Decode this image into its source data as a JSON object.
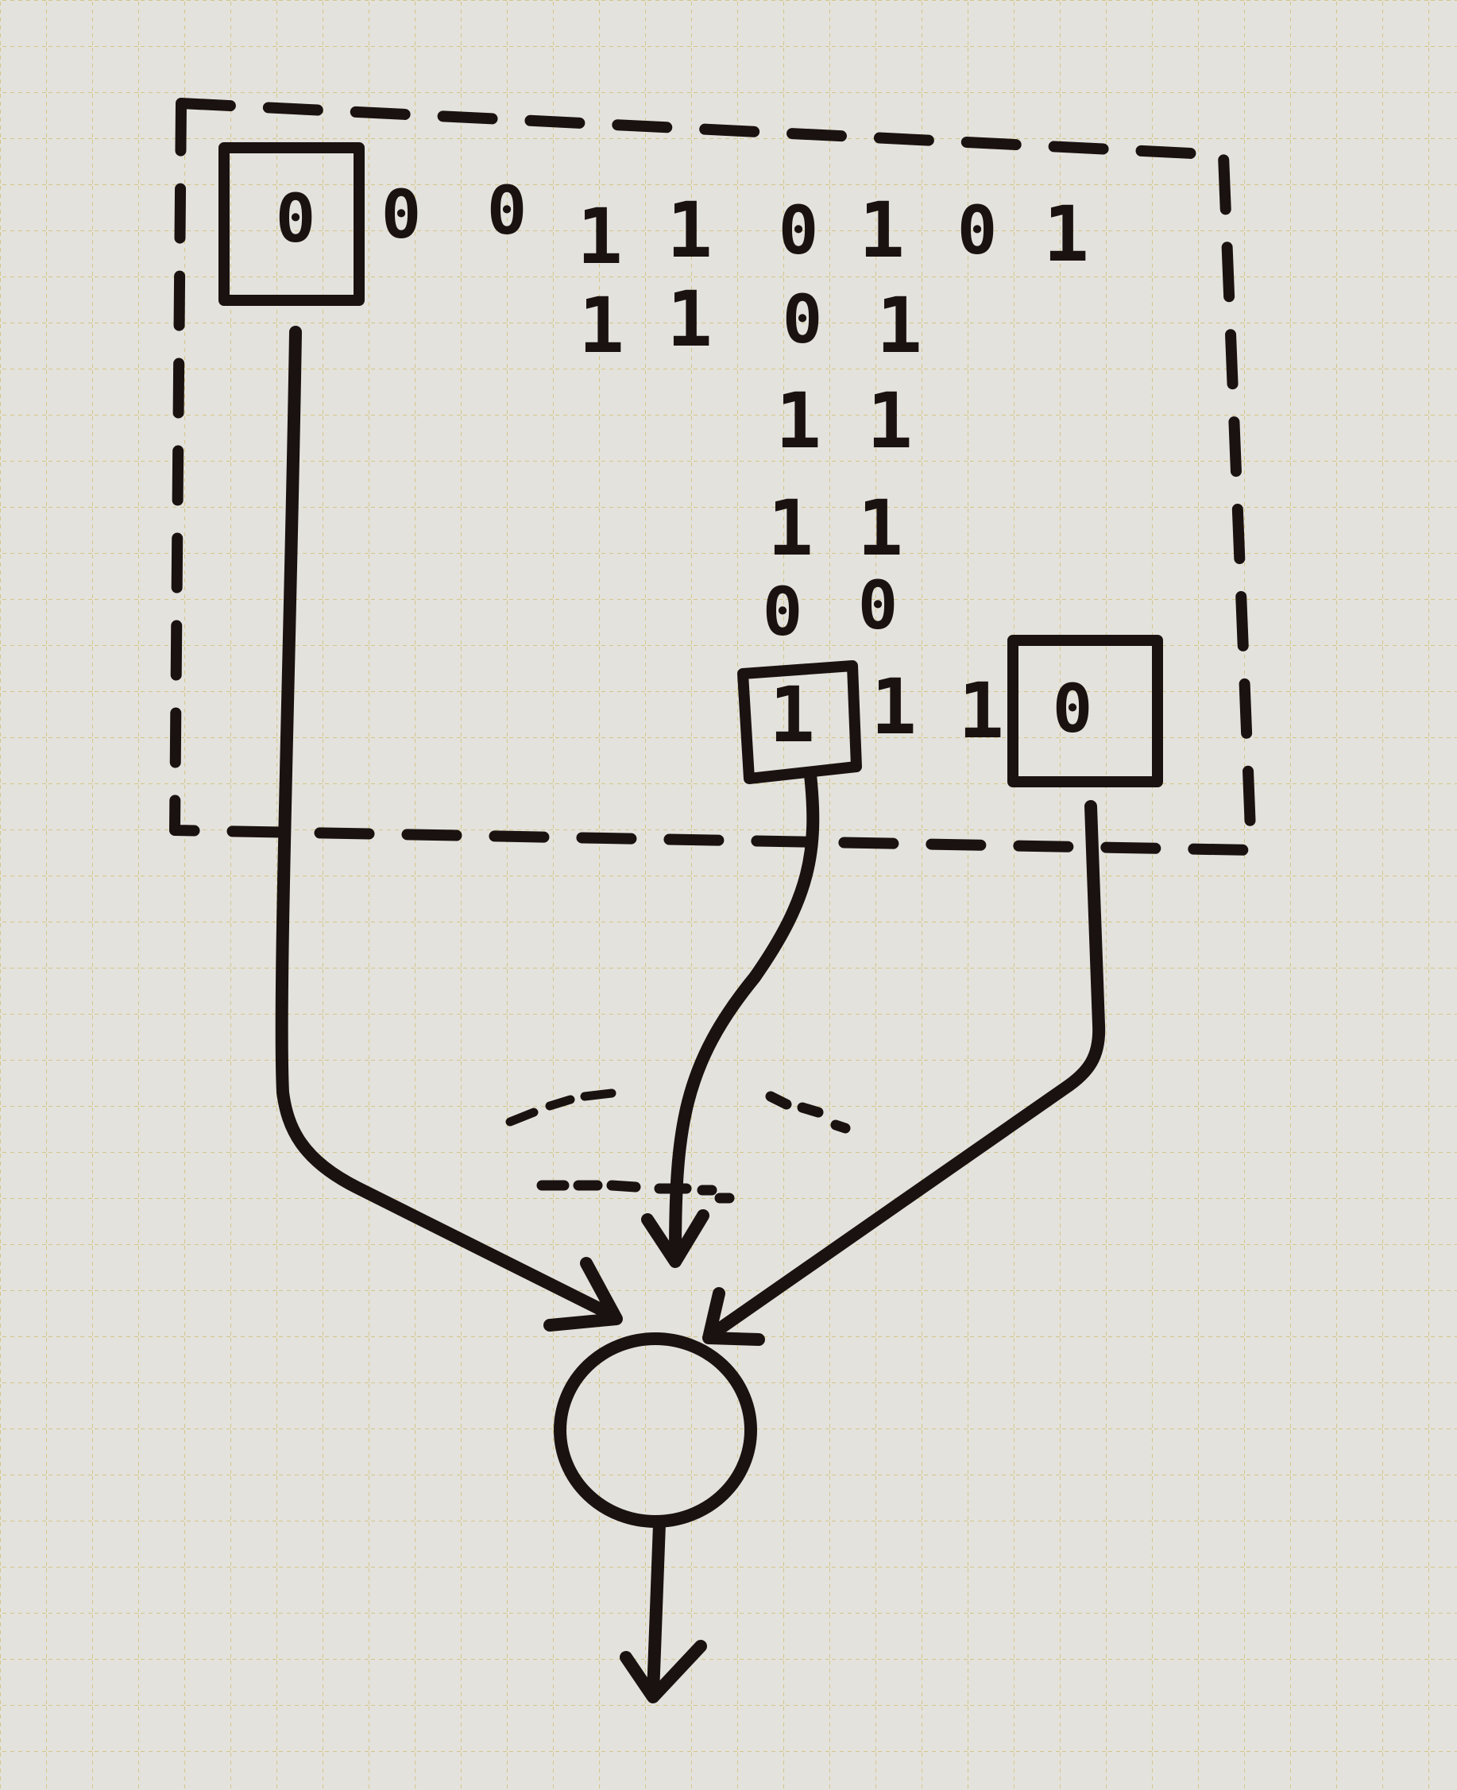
{
  "colors": {
    "paper": "#e4e2dc",
    "grid": "#cfc27a",
    "ink": "#1a1210"
  },
  "diagram": {
    "top_row": [
      "0",
      "0",
      "0",
      "1",
      "1",
      "0",
      "1",
      "0",
      "1"
    ],
    "second_row": [
      "1",
      "1",
      "0",
      "1"
    ],
    "column_left": [
      "1",
      "1",
      "0"
    ],
    "column_right": [
      "1",
      "1",
      "0"
    ],
    "bottom_row": [
      "1",
      "1",
      "1",
      "0"
    ]
  }
}
